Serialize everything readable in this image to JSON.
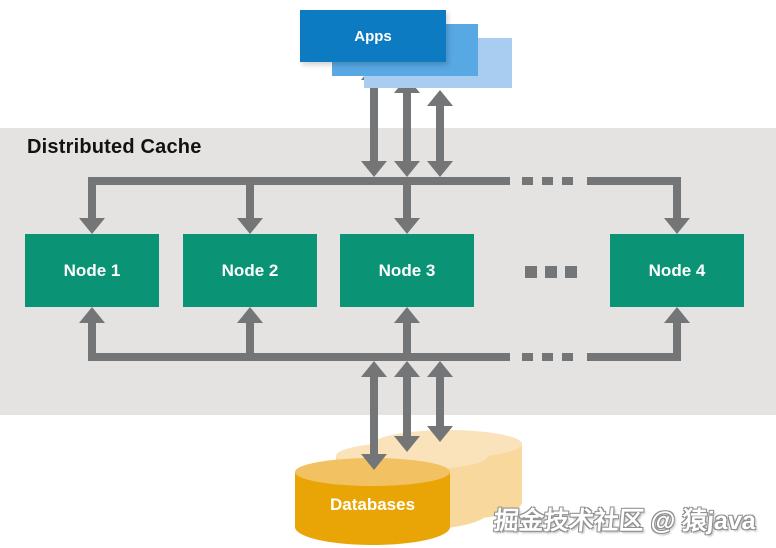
{
  "title": "Distributed Cache",
  "apps": {
    "label": "Apps"
  },
  "nodes": [
    {
      "label": "Node 1"
    },
    {
      "label": "Node 2"
    },
    {
      "label": "Node 3"
    },
    {
      "label": "Node 4"
    }
  ],
  "databases": {
    "label": "Databases"
  },
  "watermark": "掘金技术社区 @ 猿java",
  "colors": {
    "app_front": "#0d7bc1",
    "app_mid": "#58a8e4",
    "app_back": "#a9cdf0",
    "node_green": "#0b9376",
    "band_gray": "#e4e3e2",
    "arrow_gray": "#747577",
    "db_gold": "#e9a506",
    "db_gold_top": "#f2c162",
    "db_peach": "#f8d89c",
    "db_peach_top": "#fae3ba",
    "title_color": "#121212"
  }
}
